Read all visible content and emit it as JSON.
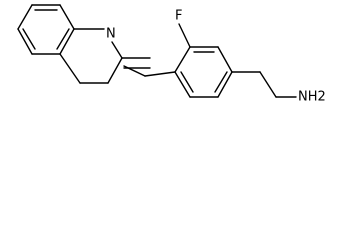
{
  "molecule": {
    "atoms": {
      "fluorine": "F",
      "ring_nitrogen": "N",
      "amine": "NH2"
    }
  }
}
